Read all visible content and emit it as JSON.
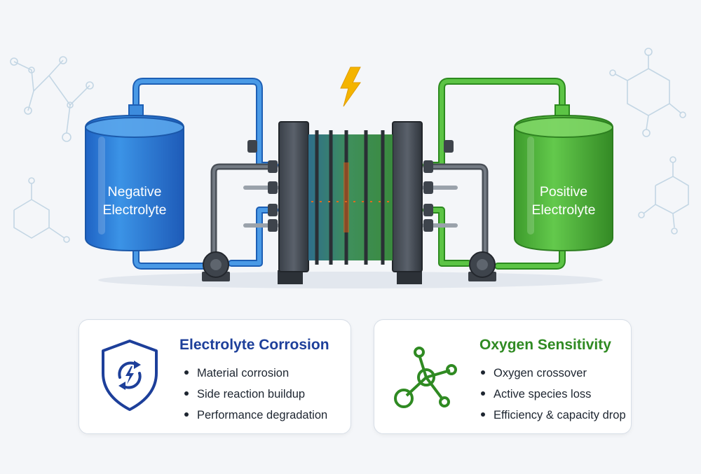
{
  "diagram": {
    "negative_tank": {
      "label_line1": "Negative",
      "label_line2": "Electrolyte",
      "color": "#2b7fd6"
    },
    "positive_tank": {
      "label_line1": "Positive",
      "label_line2": "Electrolyte",
      "color": "#46b334"
    },
    "icons": [
      "lightning-bolt-icon",
      "molecule-icon",
      "pump-icon"
    ]
  },
  "cards": {
    "corrosion": {
      "title": "Electrolyte Corrosion",
      "icon": "shield-icon",
      "color": "#1d3f9a",
      "items": [
        "Material corrosion",
        "Side reaction buildup",
        "Performance degradation"
      ]
    },
    "oxygen": {
      "title": "Oxygen Sensitivity",
      "icon": "molecule-icon",
      "color": "#2f8a22",
      "items": [
        "Oxygen crossover",
        "Active species loss",
        "Efficiency & capacity drop"
      ]
    }
  }
}
